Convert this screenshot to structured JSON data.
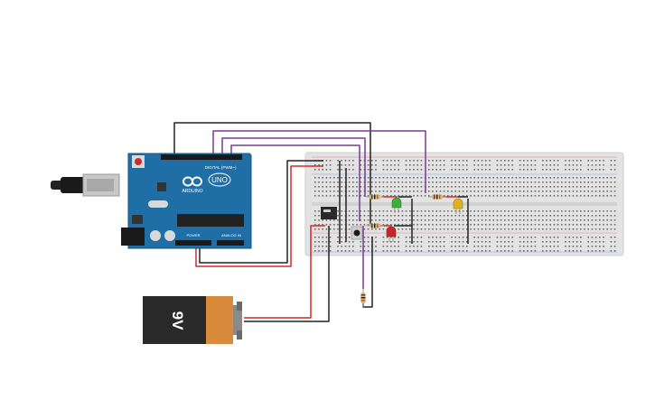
{
  "arduino": {
    "model": "UNO",
    "brand": "ARDUINO",
    "digital_label": "DIGITAL (PWM~)",
    "power_label": "POWER",
    "analog_label": "ANALOG IN"
  },
  "battery": {
    "label": "9V"
  },
  "components": {
    "leds": [
      "green",
      "red",
      "yellow"
    ],
    "resistor_count": 4,
    "pushbutton_count": 1,
    "ic_count": 1
  },
  "wire_colors": {
    "black": "#222222",
    "red": "#d42a2a",
    "purple": "#7b3a92",
    "board_blue": "#1f6fa6",
    "breadboard": "#e6e6e6"
  }
}
